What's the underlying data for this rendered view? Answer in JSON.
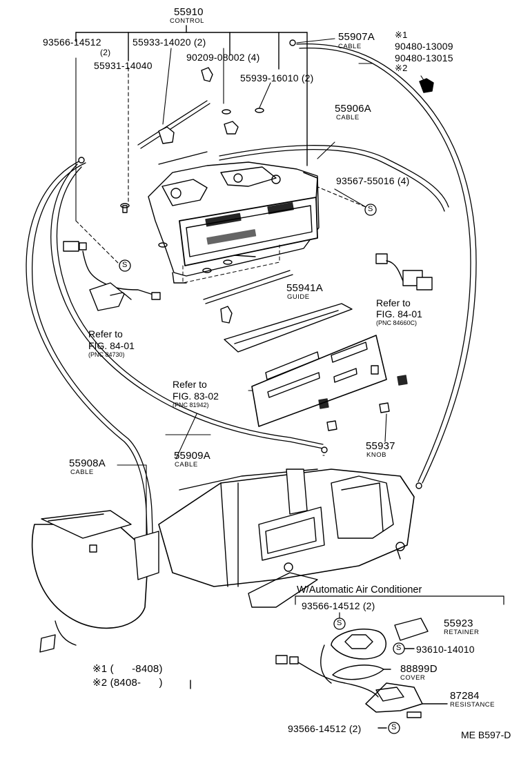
{
  "labels": {
    "control_pn": "55910",
    "control_name": "CONTROL",
    "p93566_top": "93566-14512",
    "p93566_top_qty": "(2)",
    "p55933": "55933-14020 (2)",
    "p55931": "55931-14040",
    "p90209": "90209-08002 (4)",
    "p55939": "55939-16010 (2)",
    "p55907A": "55907A",
    "p55907A_name": "CABLE",
    "note1_mark": "※1",
    "p90480_a": "90480-13009",
    "p90480_b": "90480-13015",
    "note2_mark": "※2",
    "p55906A": "55906A",
    "p55906A_name": "CABLE",
    "p93567": "93567-55016 (4)",
    "p55941A": "55941A",
    "p55941A_name": "GUIDE",
    "ref_left_1": "Refer to",
    "ref_left_2": "FIG. 84-01",
    "ref_left_pnc": "(PNC 84730)",
    "ref_right_1": "Refer to",
    "ref_right_2": "FIG. 84-01",
    "ref_right_pnc": "(PNC 84660C)",
    "ref_mid_1": "Refer to",
    "ref_mid_2": "FIG. 83-02",
    "ref_mid_pnc": "(PNC 81942)",
    "p55937": "55937",
    "p55937_name": "KNOB",
    "p55908A": "55908A",
    "p55908A_name": "CABLE",
    "p55909A": "55909A",
    "p55909A_name": "CABLE",
    "ac_header": "W/Automatic Air Conditioner",
    "ac_93566": "93566-14512 (2)",
    "p55923": "55923",
    "p55923_name": "RETAINER",
    "p93610": "93610-14010",
    "p88899D": "88899D",
    "p88899D_name": "COVER",
    "p87284": "87284",
    "p87284_name": "RESISTANCE",
    "ac_93566_bottom": "93566-14512 (2)",
    "footnote1": "※1 (      -8408)",
    "footnote2": "※2 (8408-      )",
    "diagram_code": "ME B597-D",
    "s_mark": "S"
  }
}
